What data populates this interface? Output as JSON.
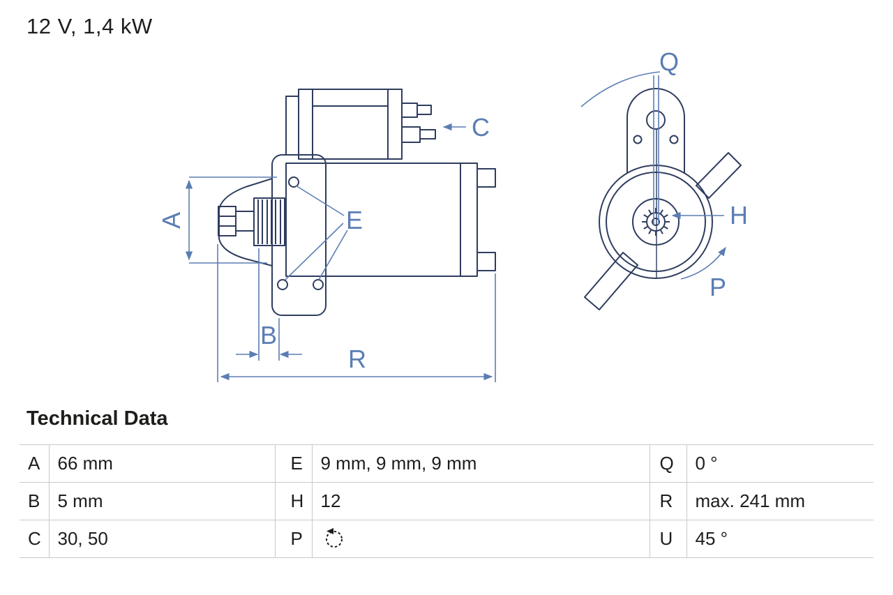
{
  "title": "12 V, 1,4 kW",
  "colors": {
    "ink": "#2e3c5e",
    "dimension": "#5b7db3",
    "table_border": "#c9c9c9",
    "text": "#1d1d1b",
    "background": "#ffffff"
  },
  "diagram": {
    "description": "starter motor technical drawing, side view and front view",
    "labels": {
      "A": "A",
      "B": "B",
      "C": "C",
      "E": "E",
      "H": "H",
      "P": "P",
      "Q": "Q",
      "R": "R"
    }
  },
  "technical_data": {
    "heading": "Technical Data",
    "rows": [
      {
        "cells": [
          {
            "key": "A",
            "value": "66 mm"
          },
          {
            "key": "E",
            "value": "9 mm, 9 mm, 9 mm"
          },
          {
            "key": "Q",
            "value": "0 °"
          }
        ]
      },
      {
        "cells": [
          {
            "key": "B",
            "value": "5 mm"
          },
          {
            "key": "H",
            "value": "12"
          },
          {
            "key": "R",
            "value": "max. 241 mm"
          }
        ]
      },
      {
        "cells": [
          {
            "key": "C",
            "value": "30, 50"
          },
          {
            "key": "P",
            "value": "",
            "icon": "rotation-ccw-icon"
          },
          {
            "key": "U",
            "value": "45 °"
          }
        ]
      }
    ]
  }
}
